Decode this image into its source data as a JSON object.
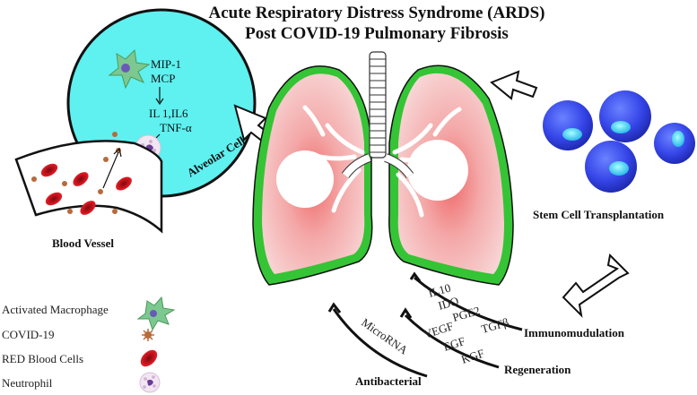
{
  "title": {
    "line1": "Acute Respiratory Distress Syndrome (ARDS)",
    "line2": "Post COVID-19 Pulmonary Fibrosis"
  },
  "alveolar": {
    "mip": "MIP-1",
    "mcp": "MCP",
    "il": "IL 1,IL6",
    "tnf": "TNF-α",
    "label": "Alveolar Cell"
  },
  "blood_vessel_label": "Blood Vessel",
  "stem_cell_label": "Stem Cell Transplantation",
  "mechanisms": {
    "immunomodulation": {
      "label": "Immunomudulation",
      "factors": [
        "IL10",
        "IDO",
        "PGE2",
        "TGFβ"
      ]
    },
    "regeneration": {
      "label": "Regeneration",
      "factors": [
        "VEGF",
        "EGF",
        "KGF"
      ]
    },
    "antibacterial": {
      "label": "Antibacterial",
      "factors": [
        "MicroRNA"
      ]
    }
  },
  "legend": [
    {
      "label": "Activated Macrophage",
      "icon": "macrophage-icon"
    },
    {
      "label": "COVID-19",
      "icon": "virus-icon"
    },
    {
      "label": "RED Blood Cells",
      "icon": "red-blood-cell-icon"
    },
    {
      "label": "Neutrophil",
      "icon": "neutrophil-icon"
    }
  ],
  "colors": {
    "alveolar_fill": "#5ff0f0",
    "lung_fill": "#f6c9c9",
    "lung_edge": "#35c435",
    "stem_cell": "#3f4ff0",
    "rbc": "#c8141e",
    "virus": "#b86a3a",
    "macrophage": "#7cc890"
  }
}
